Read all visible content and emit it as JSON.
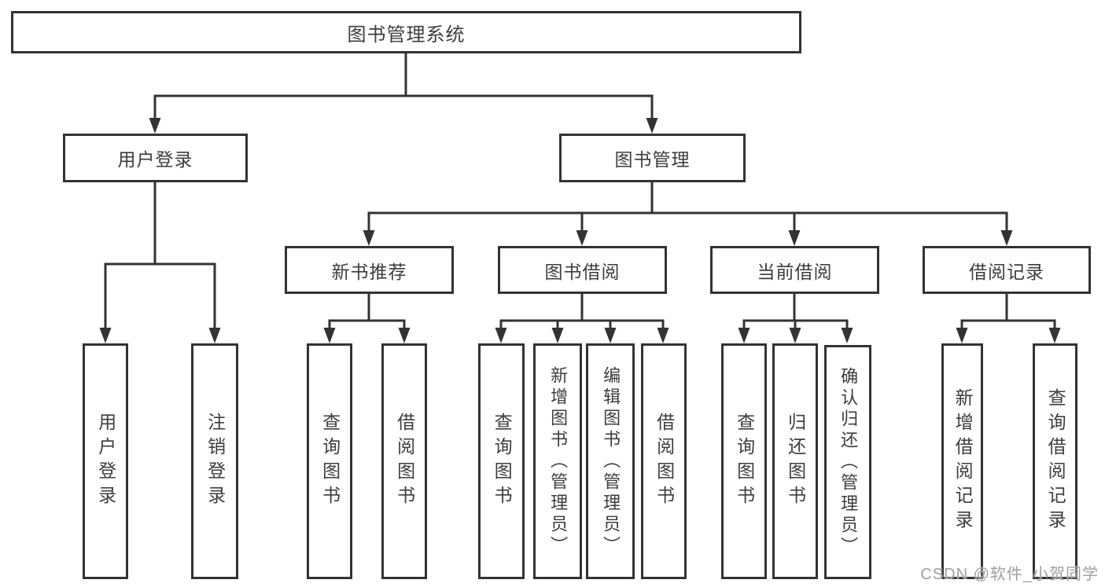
{
  "diagram": {
    "root": "图书管理系统",
    "branches": {
      "user_login": "用户登录",
      "book_management": "图书管理"
    },
    "modules": {
      "new_book_recommend": "新书推荐",
      "book_borrow": "图书借阅",
      "current_borrow": "当前借阅",
      "borrow_record": "借阅记录"
    },
    "leaves": {
      "user_login": "用户登录",
      "logout": "注销登录",
      "rec_query_book": "查询图书",
      "rec_borrow_book": "借阅图书",
      "bb_query_book": "查询图书",
      "bb_add_book": "新增图书（管理员）",
      "bb_edit_book": "编辑图书（管理员）",
      "bb_borrow_book": "借阅图书",
      "cb_query_book": "查询图书",
      "cb_return_book": "归还图书",
      "cb_confirm_return": "确认归还（管理员）",
      "br_add_record": "新增借阅记录",
      "br_query_record": "查询借阅记录"
    }
  },
  "watermark": "CSDN @软件_小贺同学",
  "colors": {
    "line": "#333333",
    "box_border": "#333333",
    "text": "#3d3d3d",
    "watermark": "#9f9f9f",
    "background": "#ffffff"
  }
}
